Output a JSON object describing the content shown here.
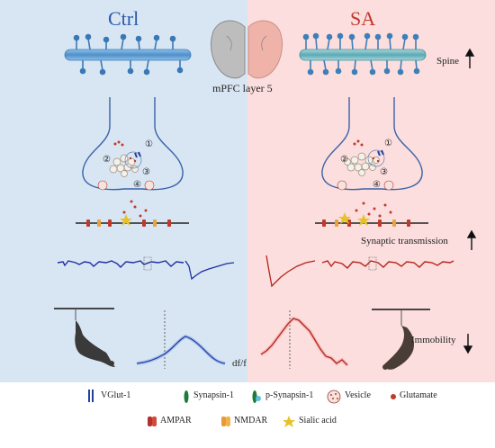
{
  "header": {
    "ctrl_label": "Ctrl",
    "sa_label": "SA",
    "region_label": "mPFC layer 5"
  },
  "colors": {
    "ctrl_blue": "#2b5aa8",
    "sa_red": "#c0392b",
    "ctrl_trace": "#1d2fa0",
    "sa_trace": "#b3261e"
  },
  "indicators": {
    "spine": {
      "label": "Spine",
      "direction": "up"
    },
    "synaptic_transmission": {
      "label": "Synaptic transmission",
      "direction": "up"
    },
    "immobility": {
      "label": "Immobility",
      "direction": "down"
    }
  },
  "steps": [
    "①",
    "②",
    "③",
    "④"
  ],
  "calcium_label": "df/f",
  "legend": {
    "row1": [
      {
        "icon": "vglut1-icon",
        "label": "VGlut-1"
      },
      {
        "icon": "synapsin1-icon",
        "label": "Synapsin-1"
      },
      {
        "icon": "p-synapsin1-icon",
        "label": "p-Synapsin-1"
      },
      {
        "icon": "vesicle-icon",
        "label": "Vesicle"
      },
      {
        "icon": "glutamate-icon",
        "label": "Glutamate"
      }
    ],
    "row2": [
      {
        "icon": "ampar-icon",
        "label": "AMPAR"
      },
      {
        "icon": "nmdar-icon",
        "label": "NMDAR"
      },
      {
        "icon": "sialic-acid-icon",
        "label": "Sialic acid"
      }
    ]
  }
}
